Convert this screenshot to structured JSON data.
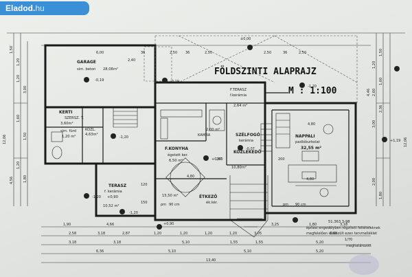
{
  "watermark": {
    "brand": "Eladod",
    "tld": "hu",
    "separator": "."
  },
  "title": {
    "line1": "FÖLDSZINTI  ALAPRAJZ",
    "scale": "M : 1:100"
  },
  "rooms": {
    "garage": {
      "name": "GARAGE",
      "floor": "sim. beton",
      "area": "28,08m²",
      "level": "-0,19"
    },
    "kerti": {
      "name": "KERTI",
      "sub": "SZERSZ. T.",
      "area": "3,60m²"
    },
    "kozl": {
      "name": "KÖZL.",
      "area": "4,63m²"
    },
    "wc": {
      "name": "sim. fürd",
      "area": "1,20 m²"
    },
    "fterasz": {
      "name": "F.TERASZ",
      "floor": "f.kerámia",
      "area": "2,64 m²"
    },
    "konyha": {
      "name": "F.KONYHA",
      "floor": "égetett ker.",
      "area": "6,50 m²"
    },
    "kamra": {
      "name": "KAMRA",
      "area": "2,00 m²"
    },
    "szelfogo": {
      "name": "SZÉLFOGÓ",
      "floor": "kerámia"
    },
    "kozlekedo": {
      "name": "KÖZLEKEDŐ",
      "area": "10,80m²"
    },
    "nappali": {
      "name": "NAPPALI",
      "floor": "padlóburkolat",
      "area": "32,55 m²"
    },
    "etkezo": {
      "name": "ÉTKEZŐ",
      "floor": "ék.kér.",
      "area": "15,50 m²"
    },
    "terasz": {
      "name": "TERASZ",
      "floor": "f. kerámia",
      "level": "+0,90",
      "area": "10,52 m²"
    }
  },
  "levels": [
    "±0,00",
    "-1,20",
    "-1,20",
    "-1,20",
    "-1,20",
    "-0,19",
    "+0,90",
    "+0,97",
    "-0,07",
    "+1,19"
  ],
  "dims": {
    "top": [
      "6,00",
      "2,50",
      "2,50",
      "2,50",
      "2,50",
      "36",
      "36",
      "36"
    ],
    "bottom_row1": [
      "1,90",
      "4,66",
      "3,25",
      "1,80",
      "3,18"
    ],
    "bottom_row2": [
      "2,58",
      "3,18",
      "2,87",
      "1,20",
      "1,20",
      "1,20",
      "1,20",
      "3,05",
      "1,88"
    ],
    "bottom_row3": [
      "3,18",
      "3,18",
      "5,10",
      "1,55",
      "1,55",
      "5,20"
    ],
    "bottom_row4": [
      "6,36",
      "5,10",
      "5,10",
      "5,20"
    ],
    "bottom_total": "13,40",
    "left": [
      "1,50",
      "1,20",
      "1,20",
      "3,00",
      "1,60",
      "1,50",
      "4,56",
      "1,20",
      "1,80",
      "12,06"
    ],
    "right": [
      "1,50",
      "1,20",
      "1,60",
      "2,60",
      "4,46",
      "3,00",
      "2,00",
      "12,06",
      "2,36",
      "1,80"
    ]
  },
  "stamp": {
    "line1": "51.363 3-98",
    "line2": "építési engedélyben rögzített feltételeknek",
    "line3": "megfelelően elkészült ezen tervmelléklet",
    "line4": "1/70",
    "line5": "meghatározott"
  },
  "extra": {
    "pm": "pm",
    "cm": "90 cm",
    "num4": "4,80",
    "num5": "2,40",
    "num6": "200",
    "num7": "120",
    "num8": "150"
  }
}
